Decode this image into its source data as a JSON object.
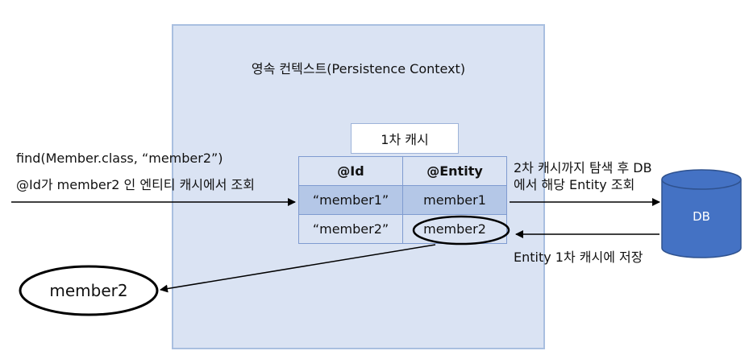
{
  "context": {
    "title": "영속 컨텍스트(Persistence Context)"
  },
  "cache": {
    "label": "1차 캐시",
    "headers": [
      "@Id",
      "@Entity"
    ],
    "rows": [
      {
        "id": "“member1”",
        "entity": "member1"
      },
      {
        "id": "“member2”",
        "entity": "member2"
      }
    ]
  },
  "request": {
    "line1": "find(Member.class, “member2”)",
    "line2": "@Id가 member2 인 엔티티 캐시에서 조회"
  },
  "db_query": {
    "line1": "2차 캐시까지 탐색 후 DB",
    "line2": "에서 해당 Entity 조회"
  },
  "db_store": {
    "text": "Entity 1차 캐시에 저장"
  },
  "db": {
    "label": "DB",
    "fill": "#4472c4",
    "stroke": "#2f528f"
  },
  "result": {
    "label": "member2"
  }
}
